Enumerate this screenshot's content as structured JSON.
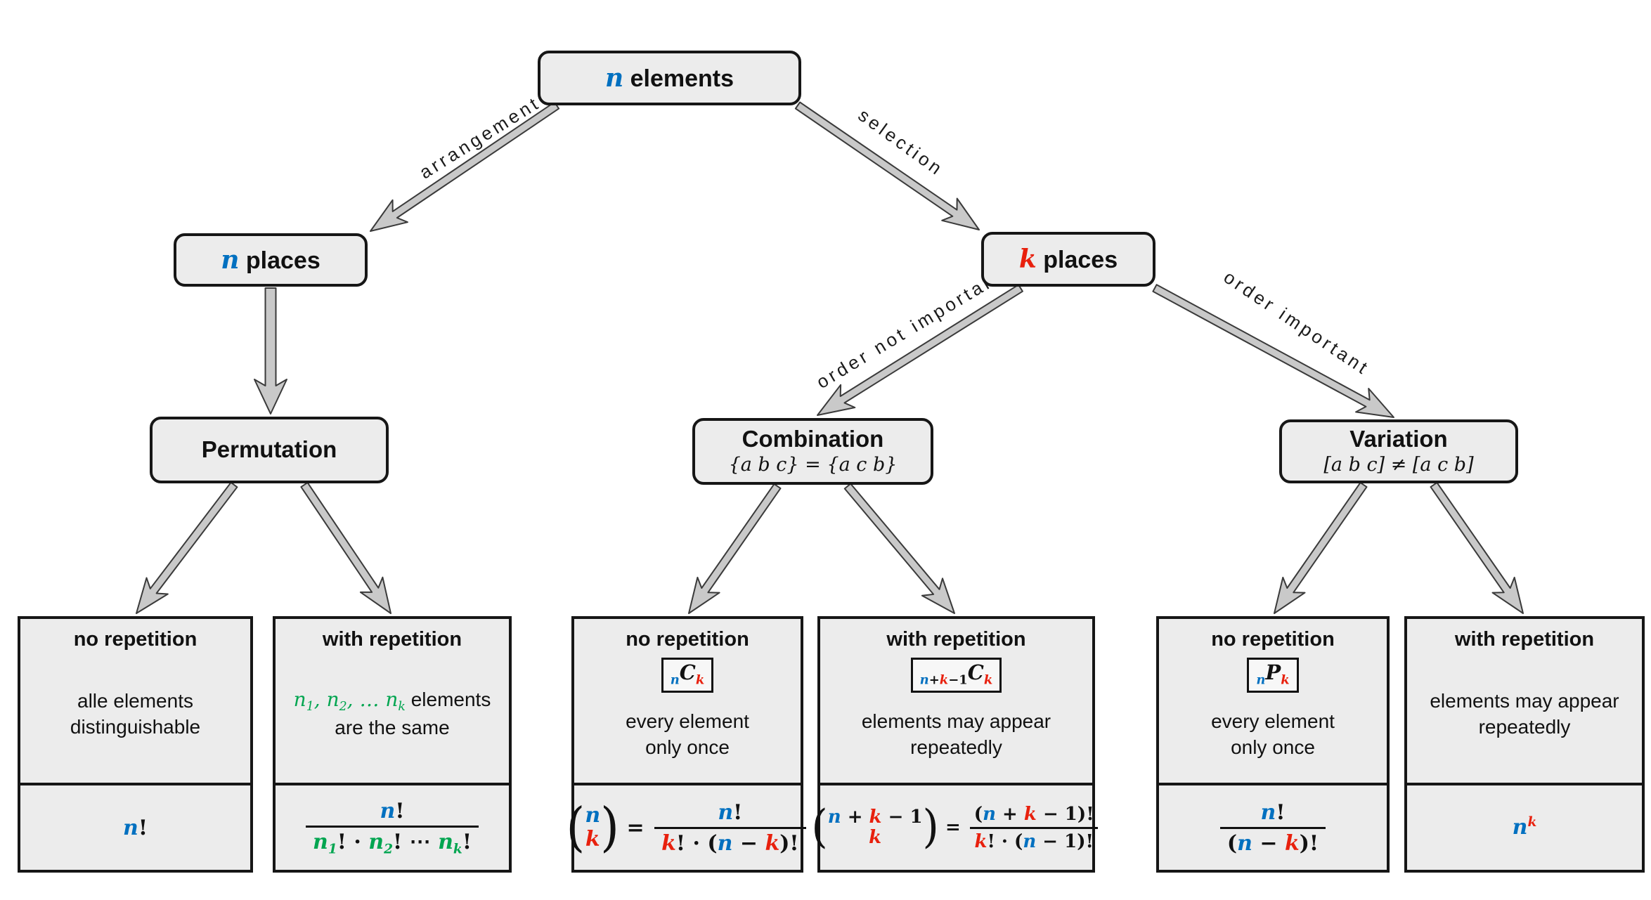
{
  "colors": {
    "blue": "#0070C0",
    "red": "#E8200D",
    "green": "#00A550",
    "boxFill": "#ECECEC",
    "boxBorder": "#161616",
    "arrowFill": "#C9C9C9",
    "arrowStroke": "#3A3A3A"
  },
  "nodes": {
    "root": {
      "tokens": [
        {
          "t": "n",
          "c": "b",
          "v": 1
        },
        {
          "t": " elements"
        }
      ]
    },
    "n_places": {
      "tokens": [
        {
          "t": "n",
          "c": "b",
          "v": 1
        },
        {
          "t": " places"
        }
      ]
    },
    "k_places": {
      "tokens": [
        {
          "t": "k",
          "c": "r",
          "v": 1
        },
        {
          "t": " places"
        }
      ]
    },
    "permutation": {
      "title": "Permutation"
    },
    "combination": {
      "title": "Combination",
      "subtitle": "{a b c} = {a c b}"
    },
    "variation": {
      "title": "Variation",
      "subtitle": "[a b c] ≠ [a c b]"
    }
  },
  "edge_labels": {
    "arrangement": "arrangement",
    "selection": "selection",
    "order_not_important": "order not important",
    "order_important": "order important"
  },
  "leaves": [
    {
      "title": "no repetition",
      "description": [
        "alle elements",
        "distinguishable"
      ],
      "formula": [
        {
          "t": "n",
          "c": "b",
          "v": 1
        },
        {
          "t": "!"
        }
      ]
    },
    {
      "title": "with repetition",
      "description": [
        [
          {
            "t": "n",
            "c": "g",
            "v": 1,
            "sub": [
              {
                "t": "1",
                "c": "g"
              }
            ]
          },
          {
            "t": ", ",
            "c": "g",
            "v": 1
          },
          {
            "t": "n",
            "c": "g",
            "v": 1,
            "sub": [
              {
                "t": "2",
                "c": "g"
              }
            ]
          },
          {
            "t": ", … ",
            "c": "g",
            "v": 1
          },
          {
            "t": "n",
            "c": "g",
            "v": 1,
            "sub": [
              {
                "t": "k",
                "c": "g",
                "v": 1
              }
            ]
          },
          {
            "t": " elements"
          }
        ],
        "are the same"
      ],
      "formula": [
        {
          "frac": {
            "num": [
              {
                "t": "n",
                "c": "b",
                "v": 1
              },
              {
                "t": "!"
              }
            ],
            "den": [
              {
                "t": "n",
                "c": "g",
                "v": 1,
                "sub": [
                  {
                    "t": "1",
                    "c": "g"
                  }
                ]
              },
              {
                "t": "! · "
              },
              {
                "t": "n",
                "c": "g",
                "v": 1,
                "sub": [
                  {
                    "t": "2",
                    "c": "g"
                  }
                ]
              },
              {
                "t": "! ⋯ "
              },
              {
                "t": "n",
                "c": "g",
                "v": 1,
                "sub": [
                  {
                    "t": "k",
                    "c": "g",
                    "v": 1
                  }
                ]
              },
              {
                "t": "!"
              }
            ]
          }
        }
      ]
    },
    {
      "title": "no repetition",
      "badge": [
        {
          "t": "",
          "sub": [
            {
              "t": "n",
              "c": "b",
              "v": 1
            }
          ]
        },
        {
          "t": "C",
          "v": 1
        },
        {
          "t": "",
          "sub": [
            {
              "t": "k",
              "c": "r",
              "v": 1
            }
          ]
        }
      ],
      "description": [
        "every element",
        "only once"
      ],
      "formula": [
        {
          "t": "(",
          "big": 1
        },
        {
          "stack": {
            "top": [
              {
                "t": "n",
                "c": "b",
                "v": 1
              }
            ],
            "bot": [
              {
                "t": "k",
                "c": "r",
                "v": 1
              }
            ]
          }
        },
        {
          "t": ")",
          "big": 1
        },
        {
          "t": " = "
        },
        {
          "frac": {
            "num": [
              {
                "t": "n",
                "c": "b",
                "v": 1
              },
              {
                "t": "!"
              }
            ],
            "den": [
              {
                "t": "k",
                "c": "r",
                "v": 1
              },
              {
                "t": "! · ("
              },
              {
                "t": "n",
                "c": "b",
                "v": 1
              },
              {
                "t": " − "
              },
              {
                "t": "k",
                "c": "r",
                "v": 1
              },
              {
                "t": ")!"
              }
            ]
          }
        }
      ]
    },
    {
      "title": "with repetition",
      "badge": [
        {
          "t": "",
          "sub": [
            {
              "t": "n",
              "c": "b",
              "v": 1
            },
            {
              "t": "+"
            },
            {
              "t": "k",
              "c": "r",
              "v": 1
            },
            {
              "t": "−1"
            }
          ]
        },
        {
          "t": "C",
          "v": 1
        },
        {
          "t": "",
          "sub": [
            {
              "t": "k",
              "c": "r",
              "v": 1
            }
          ]
        }
      ],
      "description": [
        "elements may appear",
        "repeatedly"
      ],
      "formula": [
        {
          "t": "(",
          "big": 1
        },
        {
          "stack": {
            "top": [
              {
                "t": "n",
                "c": "b",
                "v": 1
              },
              {
                "t": " + "
              },
              {
                "t": "k",
                "c": "r",
                "v": 1
              },
              {
                "t": " − 1"
              }
            ],
            "bot": [
              {
                "t": "k",
                "c": "r",
                "v": 1
              }
            ]
          }
        },
        {
          "t": ")",
          "big": 1
        },
        {
          "t": " = "
        },
        {
          "frac": {
            "num": [
              {
                "t": "("
              },
              {
                "t": "n",
                "c": "b",
                "v": 1
              },
              {
                "t": " + "
              },
              {
                "t": "k",
                "c": "r",
                "v": 1
              },
              {
                "t": " − 1)!"
              }
            ],
            "den": [
              {
                "t": "k",
                "c": "r",
                "v": 1
              },
              {
                "t": "! · ("
              },
              {
                "t": "n",
                "c": "b",
                "v": 1
              },
              {
                "t": " − 1)!"
              }
            ]
          }
        }
      ]
    },
    {
      "title": "no repetition",
      "badge": [
        {
          "t": "",
          "sub": [
            {
              "t": "n",
              "c": "b",
              "v": 1
            }
          ]
        },
        {
          "t": "P",
          "v": 1
        },
        {
          "t": "",
          "sub": [
            {
              "t": "k",
              "c": "r",
              "v": 1
            }
          ]
        }
      ],
      "description": [
        "every element",
        "only once"
      ],
      "formula": [
        {
          "frac": {
            "num": [
              {
                "t": "n",
                "c": "b",
                "v": 1
              },
              {
                "t": "!"
              }
            ],
            "den": [
              {
                "t": "("
              },
              {
                "t": "n",
                "c": "b",
                "v": 1
              },
              {
                "t": " − "
              },
              {
                "t": "k",
                "c": "r",
                "v": 1
              },
              {
                "t": ")!"
              }
            ]
          }
        }
      ]
    },
    {
      "title": "with repetition",
      "description": [
        "elements may appear",
        "repeatedly"
      ],
      "formula": [
        {
          "t": "n",
          "c": "b",
          "v": 1,
          "sup": [
            {
              "t": "k",
              "c": "r",
              "v": 1
            }
          ]
        }
      ]
    }
  ]
}
